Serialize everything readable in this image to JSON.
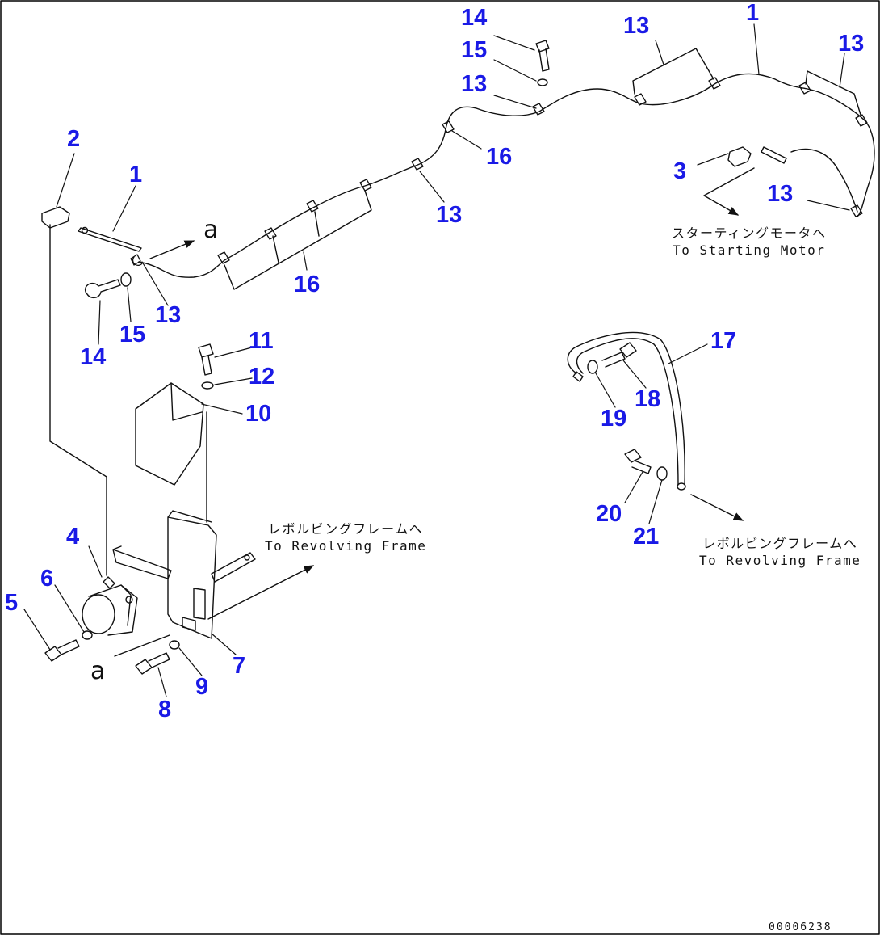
{
  "labels": {
    "n1a": "1",
    "n1b": "1",
    "n2": "2",
    "n3": "3",
    "n4": "4",
    "n5": "5",
    "n6": "6",
    "n7": "7",
    "n8": "8",
    "n9": "9",
    "n10": "10",
    "n11": "11",
    "n12": "12",
    "n13a": "13",
    "n13b": "13",
    "n13c": "13",
    "n13d": "13",
    "n13e": "13",
    "n13f": "13",
    "n14a": "14",
    "n14b": "14",
    "n15a": "15",
    "n15b": "15",
    "n16a": "16",
    "n16b": "16",
    "n17": "17",
    "n18": "18",
    "n19": "19",
    "n20": "20",
    "n21": "21"
  },
  "notes": {
    "starting_motor_jp": "スターティングモータへ",
    "starting_motor_en": "To Starting Motor",
    "revolving_frame_left_jp": "レボルビングフレームへ",
    "revolving_frame_left_en": "To Revolving Frame",
    "revolving_frame_right_jp": "レボルビングフレームへ",
    "revolving_frame_right_en": "To Revolving Frame"
  },
  "refs": {
    "a_top": "a",
    "a_bottom": "a"
  },
  "doc_number": "00006238",
  "colors": {
    "callout": "#1a1ae6",
    "line": "#111111"
  }
}
